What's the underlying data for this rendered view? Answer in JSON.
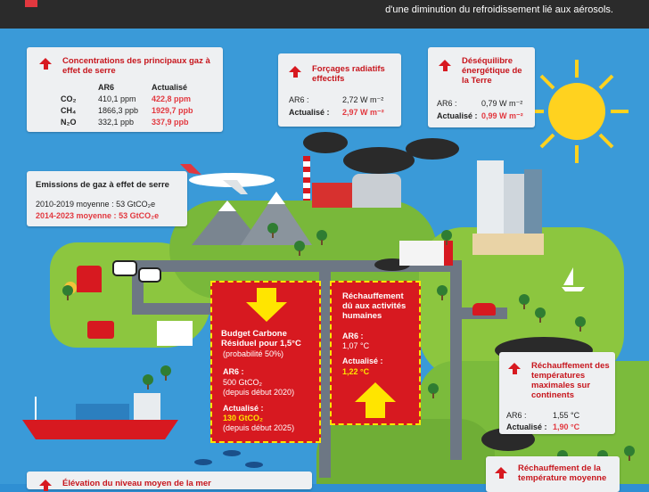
{
  "header": {
    "note": "d'une diminution du refroidissement lié aux aérosols."
  },
  "ghg": {
    "title": "Concentrations des principaux gaz à effet de serre",
    "col_ar6": "AR6",
    "col_updated": "Actualisé",
    "rows": [
      {
        "gas": "CO₂",
        "ar6": "410,1 ppm",
        "upd": "422,8 ppm"
      },
      {
        "gas": "CH₄",
        "ar6": "1866,3 ppb",
        "upd": "1929,7 ppb"
      },
      {
        "gas": "N₂O",
        "ar6": "332,1 ppb",
        "upd": "337,9 ppb"
      }
    ]
  },
  "forcing": {
    "title": "Forçages radiatifs effectifs",
    "ar6_label": "AR6 :",
    "ar6_val": "2,72 W m⁻²",
    "upd_label": "Actualisé :",
    "upd_val": "2,97 W m⁻²"
  },
  "imbalance": {
    "title": "Déséquilibre énergétique de la Terre",
    "ar6_label": "AR6 :",
    "ar6_val": "0,79 W m⁻²",
    "upd_label": "Actualisé :",
    "upd_val": "0,99 W m⁻²"
  },
  "emissions": {
    "title": "Emissions de gaz à effet de serre",
    "line1": "2010-2019 moyenne :",
    "val1": "53 GtCO₂e",
    "line2": "2014-2023 moyenne :",
    "val2": "53 GtCO₂e"
  },
  "budget": {
    "title": "Budget Carbone Résiduel pour 1,5°C",
    "prob": "(probabilité 50%)",
    "ar6_label": "AR6 :",
    "ar6_val": "500 GtCO₂",
    "ar6_note": "(depuis début 2020)",
    "upd_label": "Actualisé :",
    "upd_val": "130 GtCO₂",
    "upd_note": "(depuis début 2025)"
  },
  "human": {
    "title": "Réchauffement dû aux activités humaines",
    "ar6_label": "AR6 :",
    "ar6_val": "1,07 °C",
    "upd_label": "Actualisé :",
    "upd_val": "1,22 °C"
  },
  "landmax": {
    "title": "Réchauffement des températures maximales sur continents",
    "ar6_label": "AR6 :",
    "ar6_val": "1,55 °C",
    "upd_label": "Actualisé :",
    "upd_val": "1,90 °C"
  },
  "bottom_left": {
    "title": "Élévation du niveau moyen de la mer"
  },
  "bottom_right": {
    "title": "Réchauffement de la température moyenne"
  }
}
